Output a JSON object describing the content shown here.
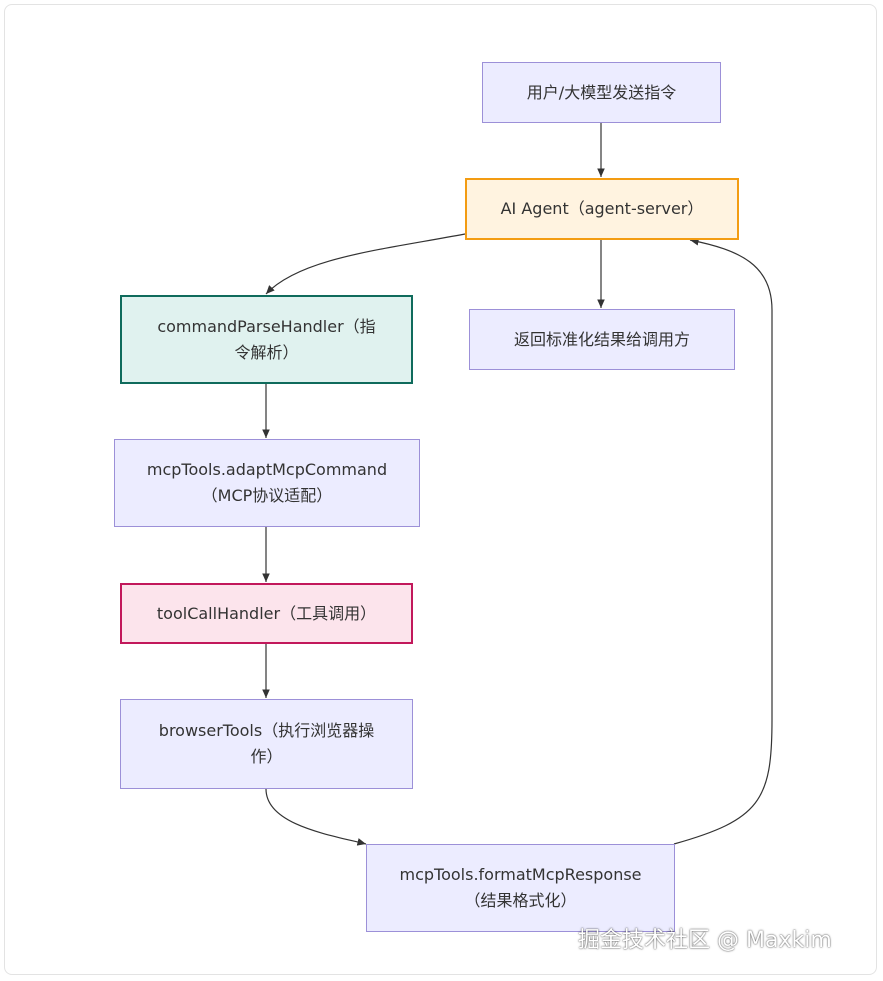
{
  "nodes": {
    "user_instruction": "用户/大模型发送指令",
    "ai_agent": "AI Agent（agent-server）",
    "return_result": "返回标准化结果给调用方",
    "command_parse": "commandParseHandler（指令解析）",
    "adapt_command": "mcpTools.adaptMcpCommand（MCP协议适配）",
    "tool_call": "toolCallHandler（工具调用）",
    "browser_tools": "browserTools（执行浏览器操作）",
    "format_response": "mcpTools.formatMcpResponse（结果格式化）"
  },
  "watermark": "掘金技术社区 @ Maxkim",
  "colors": {
    "default_fill": "#ececff",
    "default_stroke": "#9c90d8",
    "agent_fill": "#fff3e0",
    "agent_stroke": "#f39c12",
    "parse_fill": "#e0f2ef",
    "parse_stroke": "#0f6b5c",
    "tool_fill": "#fce4ec",
    "tool_stroke": "#c2185b",
    "edge": "#333333"
  }
}
